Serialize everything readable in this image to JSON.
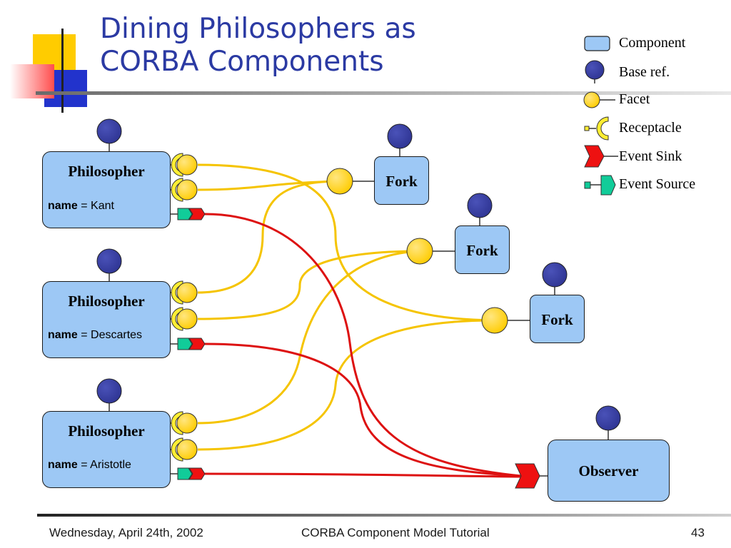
{
  "slide": {
    "title_line1": "Dining Philosophers as",
    "title_line2": "CORBA Components"
  },
  "legend": {
    "component": "Component",
    "base_ref": "Base ref.",
    "facet": "Facet",
    "receptacle": "Receptacle",
    "event_sink": "Event Sink",
    "event_source": "Event Source"
  },
  "philosophers": [
    {
      "label": "Philosopher",
      "attr_name": "name",
      "attr_value": " = Kant"
    },
    {
      "label": "Philosopher",
      "attr_name": "name",
      "attr_value": " = Descartes"
    },
    {
      "label": "Philosopher",
      "attr_name": "name",
      "attr_value": " = Aristotle"
    }
  ],
  "forks": [
    {
      "label": "Fork"
    },
    {
      "label": "Fork"
    },
    {
      "label": "Fork"
    }
  ],
  "observer": {
    "label": "Observer"
  },
  "colors": {
    "title": "#2b3aa3",
    "component_fill": "#9dc8f5",
    "base_ref": "#2f3594",
    "facet": "#ffcc00",
    "receptacle": "#ffee33",
    "event_sink": "#ee1111",
    "event_source": "#11cc99",
    "facet_wire": "#f5c400",
    "event_wire": "#dd1111"
  },
  "footer": {
    "date": "Wednesday, April 24th, 2002",
    "center": "CORBA Component Model Tutorial",
    "page": "43"
  }
}
